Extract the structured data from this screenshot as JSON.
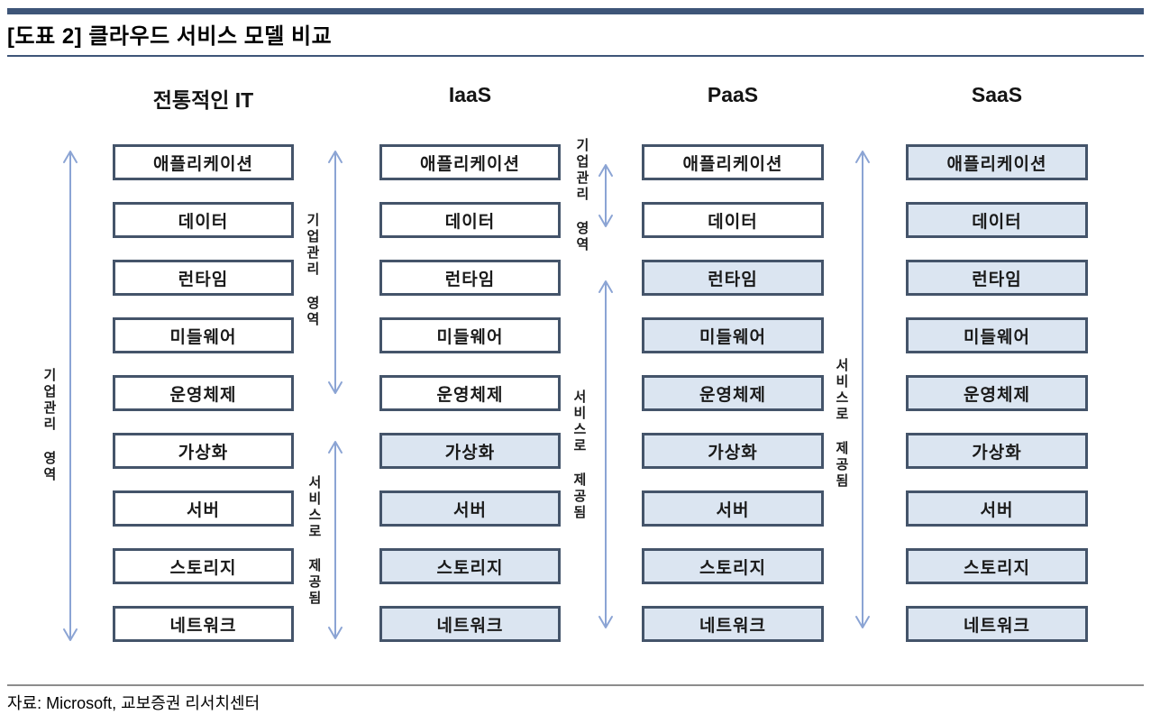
{
  "page": {
    "title": "[도표 2] 클라우드 서비스 모델 비교",
    "source": "자료: Microsoft, 교보증권 리서치센터"
  },
  "columns": [
    {
      "title": "전통적인 IT",
      "shaded_from": 9
    },
    {
      "title": "IaaS",
      "shaded_from": 5
    },
    {
      "title": "PaaS",
      "shaded_from": 2
    },
    {
      "title": "SaaS",
      "shaded_from": 0
    }
  ],
  "layers": [
    "애플리케이션",
    "데이터",
    "런타임",
    "미들웨어",
    "운영체제",
    "가상화",
    "서버",
    "스토리지",
    "네트워크"
  ],
  "annotations": {
    "enterprise_area": "기업관리 영역",
    "service_provided": "서비스로 제공됨"
  },
  "colors": {
    "header_bar": "#3e5578",
    "box_border": "#44546a",
    "shaded_fill": "#dbe5f1",
    "arrow": "#8ba4d4"
  }
}
